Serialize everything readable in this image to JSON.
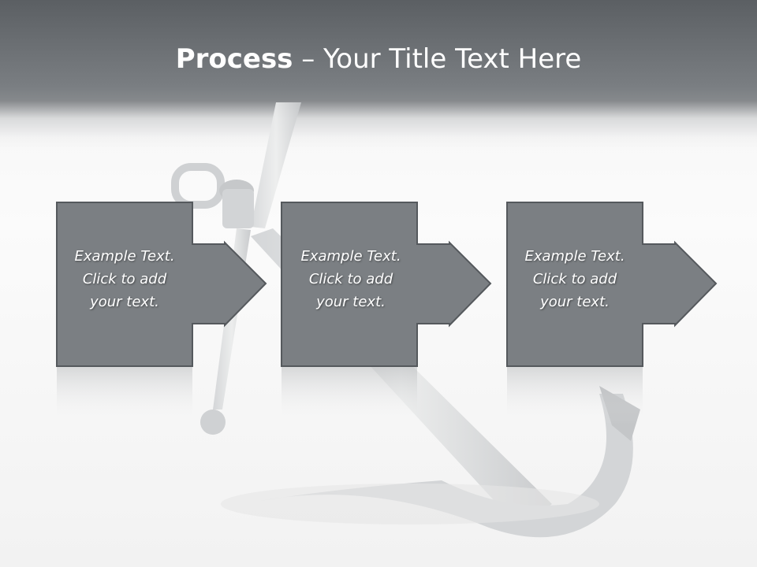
{
  "title": {
    "bold": "Process",
    "rest": " – Your Title Text Here"
  },
  "steps": [
    {
      "line1": "Example Text.",
      "line2": "Click  to add",
      "line3": "your text."
    },
    {
      "line1": "Example Text.",
      "line2": "Click  to add",
      "line3": "your text."
    },
    {
      "line1": "Example Text.",
      "line2": "Click  to add",
      "line3": "your text."
    }
  ],
  "colors": {
    "box_fill": "#7b7f83",
    "box_stroke": "#55595d",
    "title_band": "#6f7377"
  },
  "background_image": "anchor"
}
